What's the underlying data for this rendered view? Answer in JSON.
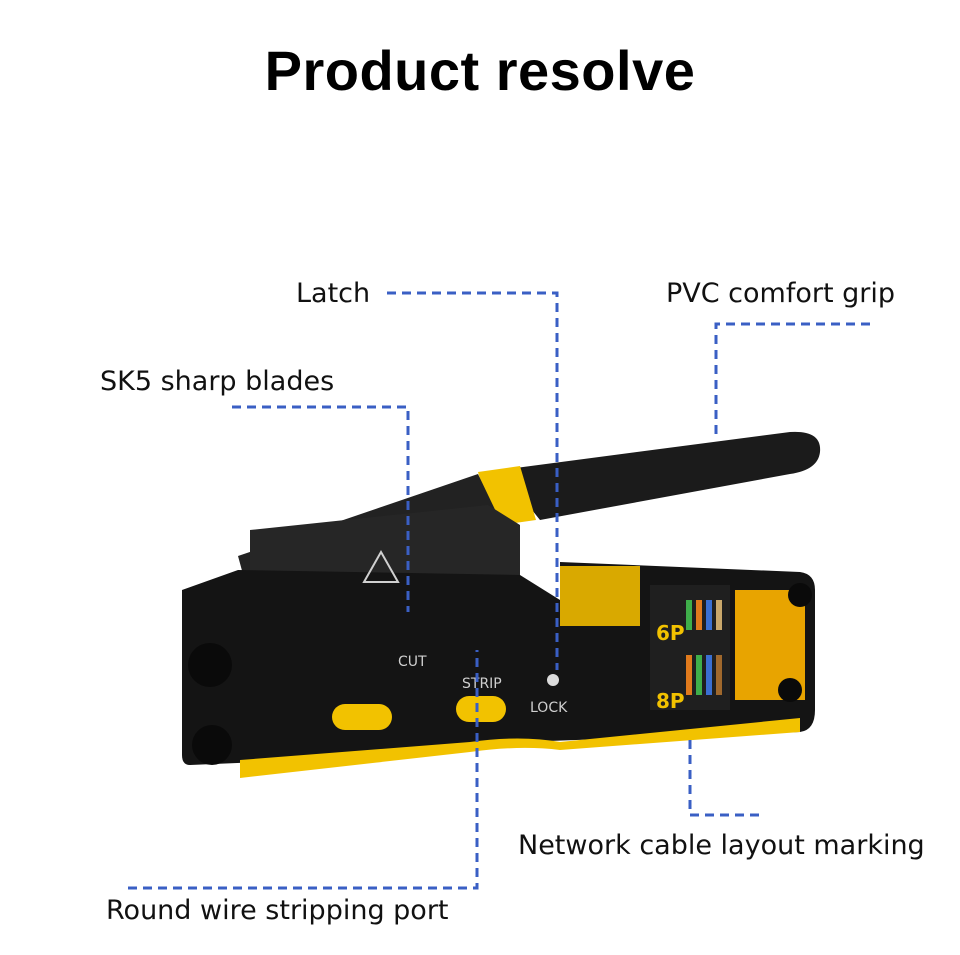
{
  "title": "Product resolve",
  "callouts": {
    "latch": "Latch",
    "grip": "PVC comfort grip",
    "blades": "SK5 sharp blades",
    "marking": "Network cable layout marking",
    "strip_port": "Round wire stripping port"
  },
  "tool_markings": {
    "cut": "CUT",
    "strip": "STRIP",
    "lock": "LOCK",
    "p8": "8P",
    "p6": "6P"
  },
  "colors": {
    "leader": "#3a5fc4",
    "tool_yellow": "#f2c200",
    "tool_black": "#141414"
  }
}
